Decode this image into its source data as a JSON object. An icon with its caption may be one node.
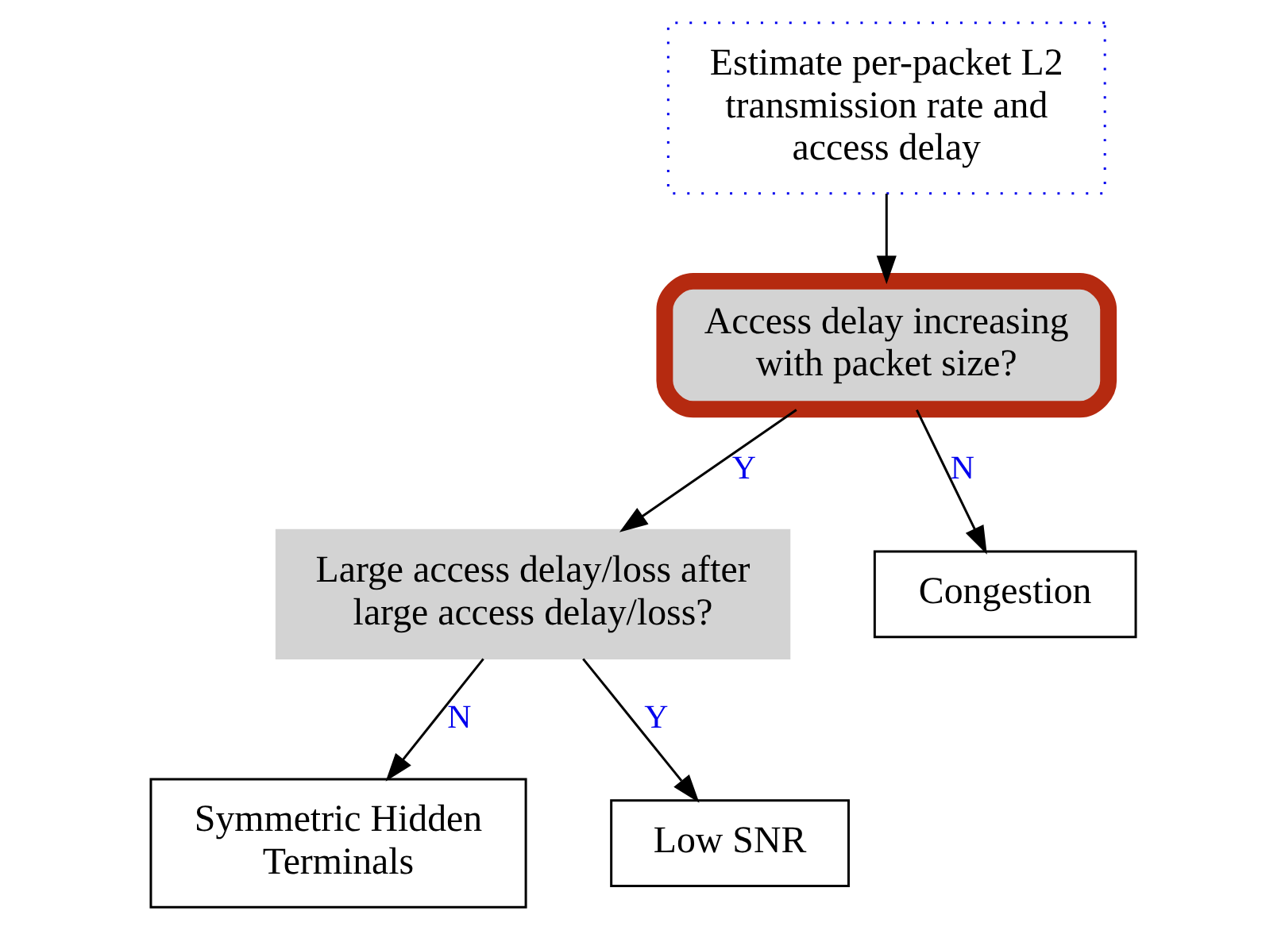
{
  "diagram": {
    "nodes": [
      {
        "text": [
          "Estimate per-packet L2 transmission rate and access delay"
        ]
      },
      {
        "text": [
          "Access delay increasing with packet size?"
        ]
      },
      {
        "text": [
          "Large access delay/loss after large access delay/loss?"
        ]
      },
      {
        "text": [
          "Congestion"
        ]
      },
      {
        "text": [
          "Symmetric Hidden Terminals"
        ]
      },
      {
        "text": [
          "Low SNR"
        ]
      }
    ],
    "edges": [
      {
        "from": 0,
        "to": 1,
        "arrow": "to"
      },
      {
        "from": 1,
        "to": 2,
        "arrow": "to",
        "label": "Y"
      },
      {
        "from": 1,
        "to": 3,
        "arrow": "to",
        "label": "N"
      },
      {
        "from": 2,
        "to": 4,
        "arrow": "to",
        "label": "N"
      },
      {
        "from": 2,
        "to": 5,
        "arrow": "to",
        "label": "Y"
      }
    ]
  }
}
